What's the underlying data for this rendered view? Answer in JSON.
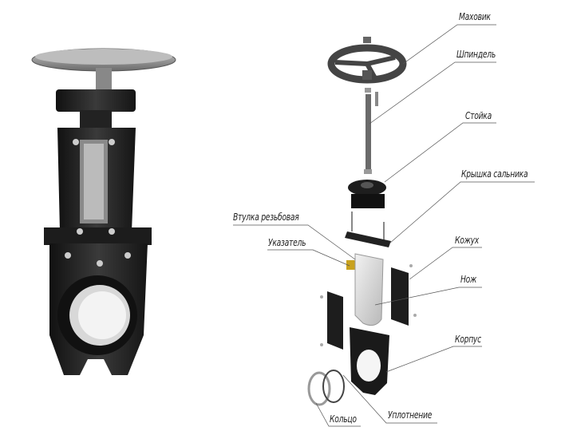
{
  "title": "Задвижка шиберная — устройство",
  "labels": {
    "handwheel": "Маховик",
    "spindle": "Шпиндель",
    "stand": "Стойка",
    "gland_cover": "Крышка сальника",
    "threaded_bushing": "Втулка резьбовая",
    "indicator": "Указатель",
    "casing": "Кожух",
    "knife": "Нож",
    "body": "Корпус",
    "ring": "Кольцо",
    "seal": "Уплотнение"
  }
}
